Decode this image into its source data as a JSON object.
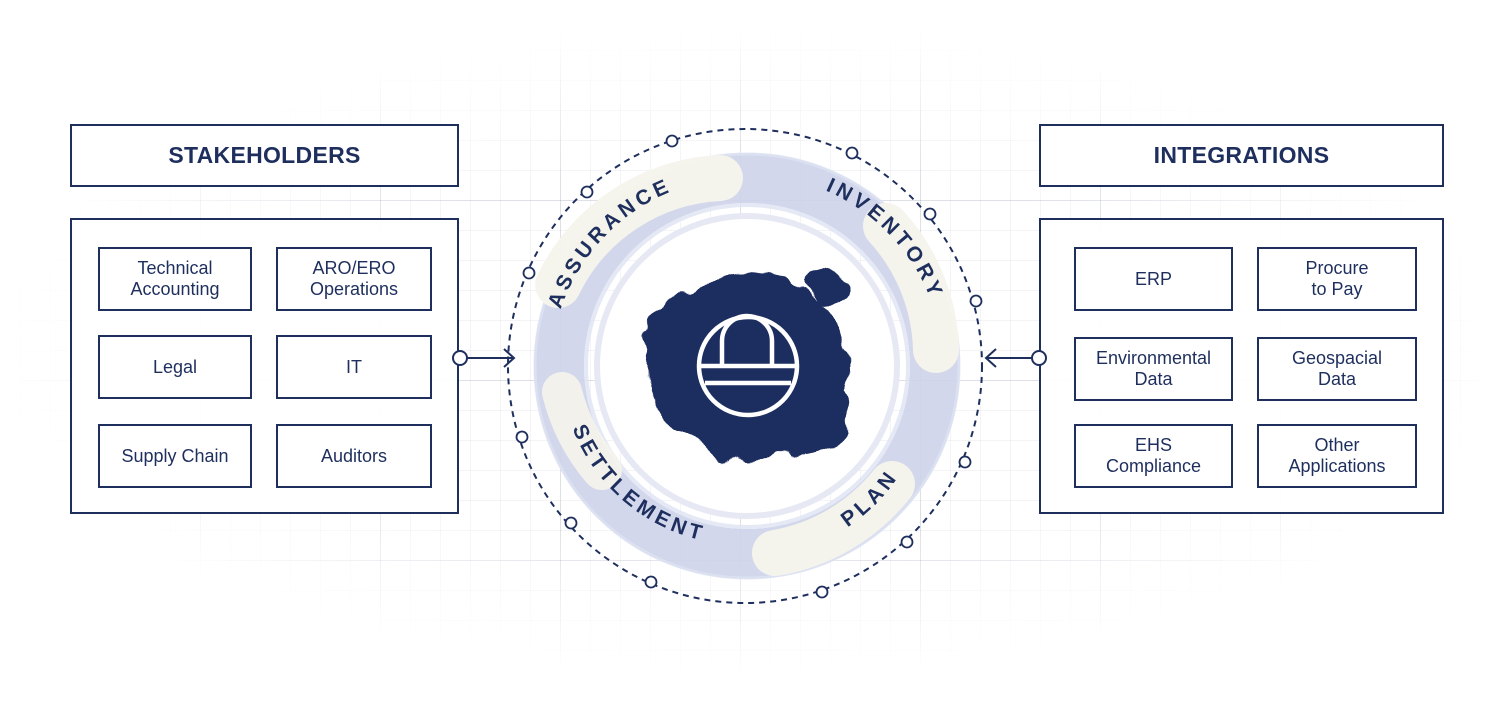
{
  "stakeholders": {
    "title": "STAKEHOLDERS",
    "items": [
      {
        "label": "Technical\nAccounting"
      },
      {
        "label": "ARO/ERO\nOperations"
      },
      {
        "label": "Legal"
      },
      {
        "label": "IT"
      },
      {
        "label": "Supply Chain"
      },
      {
        "label": "Auditors"
      }
    ]
  },
  "integrations": {
    "title": "INTEGRATIONS",
    "items": [
      {
        "label": "ERP"
      },
      {
        "label": "Procure\nto Pay"
      },
      {
        "label": "Environmental\nData"
      },
      {
        "label": "Geospacial\nData"
      },
      {
        "label": "EHS\nCompliance"
      },
      {
        "label": "Other\nApplications"
      }
    ]
  },
  "cycle": {
    "segments": [
      "ASSURANCE",
      "INVENTORY",
      "PLAN",
      "SETTLEMENT"
    ]
  },
  "center_logo": {
    "icon": "platform-logo-icon"
  },
  "colors": {
    "navy": "#1e2f5e",
    "lavender": "#cdd3ea",
    "cream": "#f5f4ec"
  }
}
